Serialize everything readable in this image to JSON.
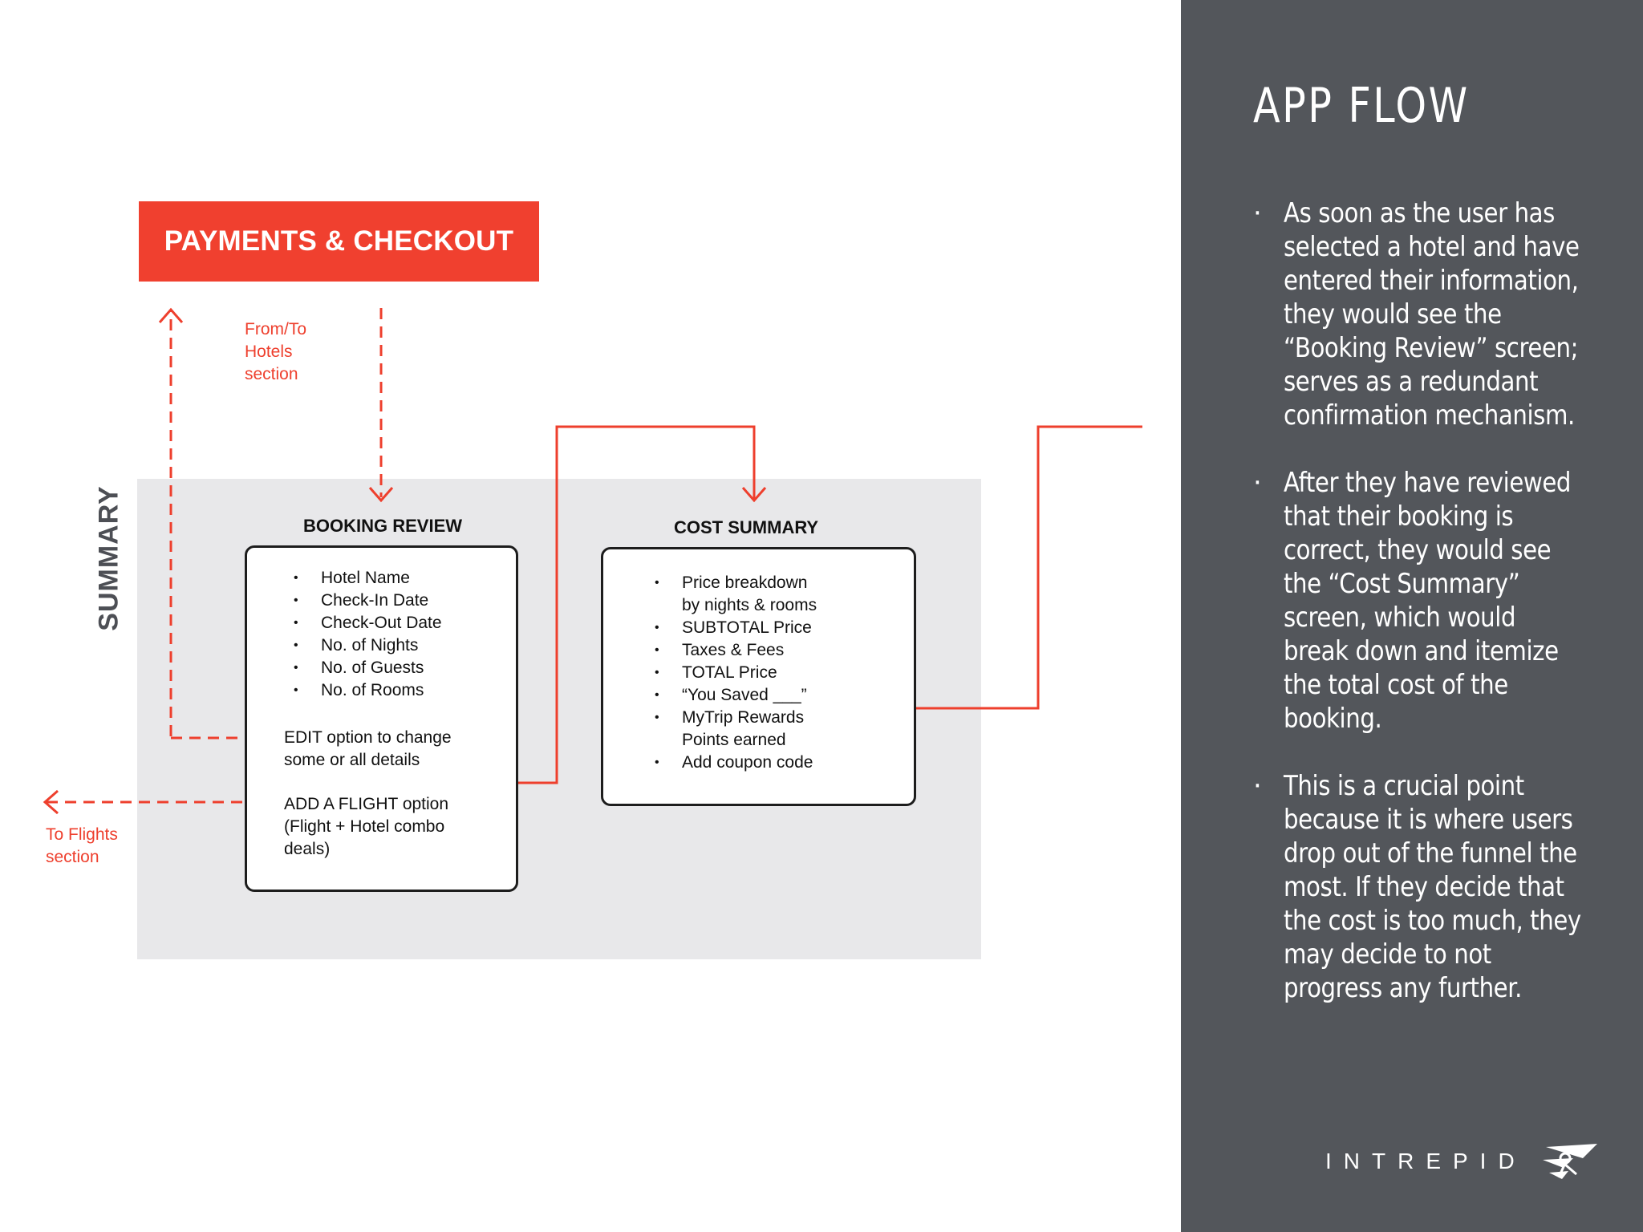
{
  "diagram": {
    "payments_box": "PAYMENTS & CHECKOUT",
    "from_to_label": "From/To\nHotels\nsection",
    "to_flights_label": "To Flights\nsection",
    "summary_label": "SUMMARY",
    "booking_review": {
      "title": "BOOKING REVIEW",
      "items": [
        "Hotel Name",
        "Check-In Date",
        "Check-Out Date",
        "No. of Nights",
        "No. of Guests",
        "No. of Rooms"
      ],
      "edit_note": "EDIT option to change\nsome or all details",
      "flight_note": "ADD A FLIGHT option\n(Flight + Hotel combo\ndeals)"
    },
    "cost_summary": {
      "title": "COST SUMMARY",
      "items": [
        "Price breakdown\nby nights & rooms",
        "SUBTOTAL Price",
        "Taxes & Fees",
        "TOTAL Price",
        "“You Saved ___”",
        "MyTrip Rewards\nPoints earned",
        "Add coupon code"
      ]
    },
    "colors": {
      "accent": "#f0402f",
      "band": "#e8e8ea",
      "sidebar": "#53565b"
    }
  },
  "sidebar": {
    "title": "APP FLOW",
    "bullets": [
      "As soon as the user has selected a hotel and have entered their information, they would see the “Booking Review” screen; serves as a redundant confirmation mechanism.",
      "After they have reviewed that their booking is correct, they would see the “Cost Summary” screen, which would break down and itemize the total cost of the booking.",
      "This is a crucial point because it is where users drop out of the funnel the most. If they decide that the cost is too much, they may decide to not progress any further."
    ],
    "brand": "INTREPID",
    "brand_icon": "intrepid-logo-icon"
  }
}
